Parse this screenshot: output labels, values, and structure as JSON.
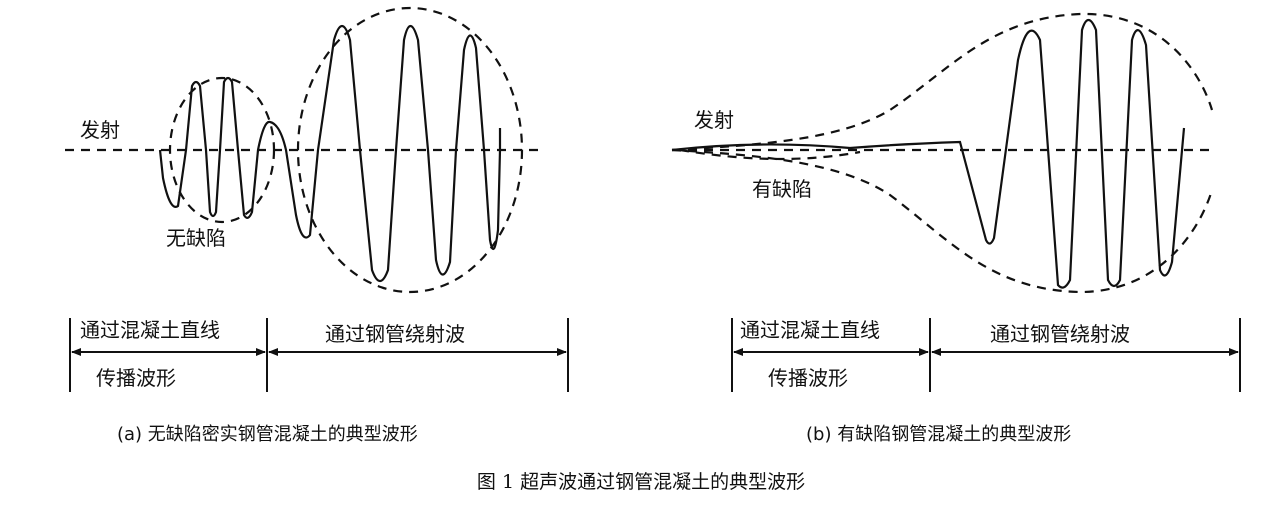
{
  "panel_a": {
    "emit_label": "发射",
    "no_defect_label": "无缺陷",
    "segment_left_line1": "通过混凝土直线",
    "segment_left_line2": "传播波形",
    "segment_right": "通过钢管绕射波",
    "caption": "(a) 无缺陷密实钢管混凝土的典型波形"
  },
  "panel_b": {
    "emit_label": "发射",
    "defect_label": "有缺陷",
    "segment_left_line1": "通过混凝土直线",
    "segment_left_line2": "传播波形",
    "segment_right": "通过钢管绕射波",
    "caption": "(b) 有缺陷钢管混凝土的典型波形"
  },
  "figure_title": "图 1 超声波通过钢管混凝土的典型波形"
}
